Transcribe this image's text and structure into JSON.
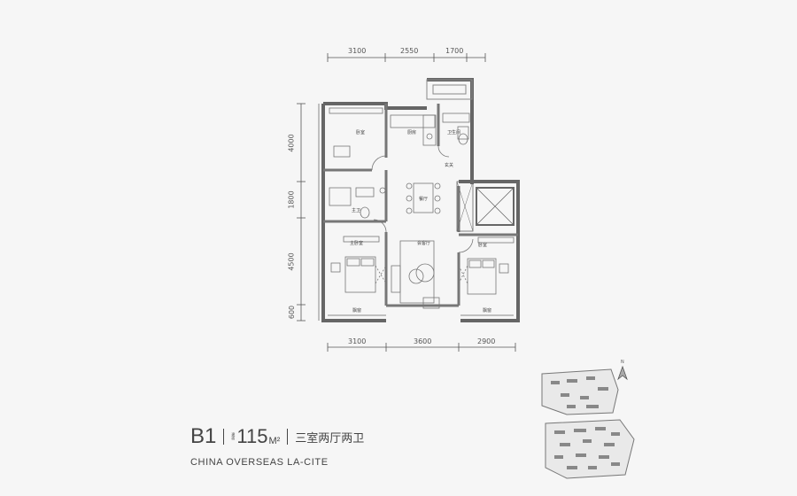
{
  "unit": {
    "code": "B1",
    "area_label_top": "建",
    "area_label_bottom": "面",
    "area_value": "115",
    "area_unit": "M²",
    "layout": "三室两厅两卫",
    "project": "CHINA OVERSEAS LA-CITE"
  },
  "dimensions": {
    "top": [
      "3100",
      "2550",
      "1700"
    ],
    "bottom": [
      "3100",
      "3600",
      "2900"
    ],
    "left": [
      "4000",
      "1800",
      "4500",
      "600"
    ]
  },
  "rooms": {
    "bedroom_nw": "卧室",
    "kitchen": "厨房",
    "bath_ne": "卫生间",
    "entry": "玄关",
    "dining": "餐厅",
    "master_bath": "主卫",
    "master_bedroom": "主卧室",
    "living": "会客厅",
    "bedroom_se": "卧室",
    "bay_window_left": "飘窗",
    "bay_window_right": "飘窗"
  },
  "icons": {
    "compass": "north-arrow-icon",
    "site_plan": "site-plan-thumbnail"
  }
}
